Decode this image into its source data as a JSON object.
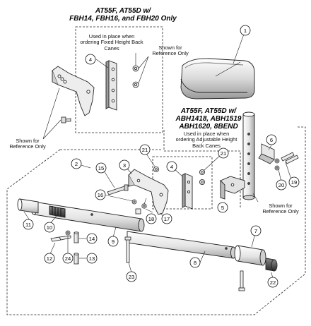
{
  "header_a": [
    "AT55F, AT55D w/",
    "FBH14, FBH16, and FBH20 Only"
  ],
  "note_fixed": [
    "Used in place when",
    "ordering Fixed Height Back",
    "Canes"
  ],
  "header_b": [
    "AT55F, AT55D w/",
    "ABH1418, ABH1519",
    "ABH1620, 8BEND"
  ],
  "note_adjustable": [
    "Used in place when",
    "ordering Adjustable Height",
    "Back Canes"
  ],
  "ref_note": [
    "Shown for",
    "Reference Only"
  ],
  "callouts": [
    "1",
    "2",
    "3",
    "4",
    "4",
    "5",
    "6",
    "7",
    "8",
    "9",
    "10",
    "11",
    "12",
    "13",
    "14",
    "15",
    "16",
    "17",
    "18",
    "19",
    "20",
    "21",
    "21",
    "22",
    "23",
    "24"
  ]
}
